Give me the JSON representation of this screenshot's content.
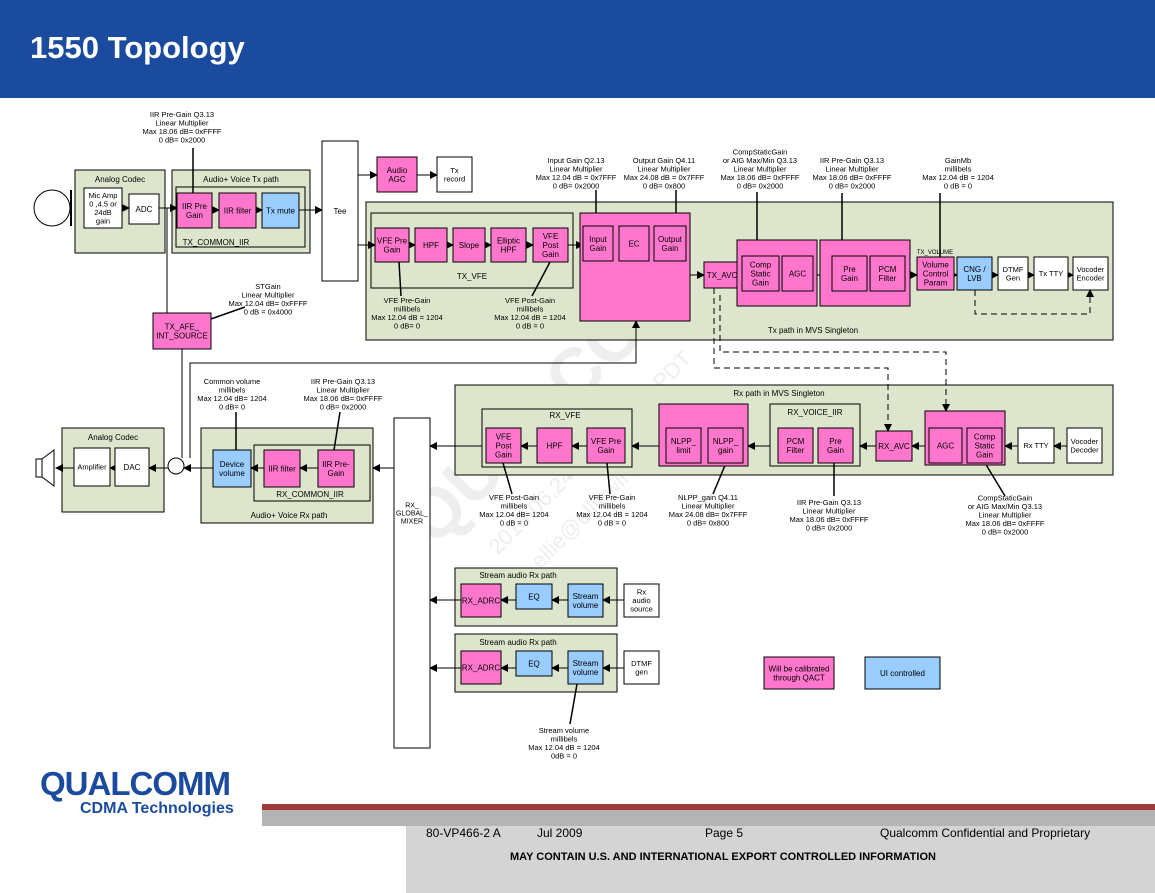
{
  "slide_title": "1550 Topology",
  "footer": {
    "doc": "80-VP466-2 A",
    "date": "Jul 2009",
    "page": "Page  5",
    "conf": "Qualcomm Confidential and Proprietary",
    "export": "MAY CONTAIN U.S. AND INTERNATIONAL EXPORT CONTROLLED INFORMATION"
  },
  "logo": {
    "name": "QUALCOMM",
    "sub": "CDMA Technologies"
  },
  "colors": {
    "header": "#1b4b9e",
    "pink": "#ff77cc",
    "blue": "#99ccff",
    "panel": "#dde6cc"
  },
  "tx": {
    "analog_codec": "Analog Codec",
    "mic_amp": [
      "Mic Amp",
      "0 ,4.5 or",
      "24dB",
      "gain"
    ],
    "adc": "ADC",
    "path_title": "Audio+ Voice Tx path",
    "iir_pre_gain": [
      "IIR Pre",
      "Gain"
    ],
    "iir_filter": "IIR filter",
    "tx_mute": "Tx mute",
    "common_iir": "TX_COMMON_IIR",
    "tee": "Tee",
    "audio_agc": [
      "Audio",
      "AGC"
    ],
    "tx_record": [
      "Tx",
      "record"
    ],
    "iir_note": [
      "IIR Pre-Gain Q3.13",
      "Linear Multiplier",
      "Max 18.06 dB= 0xFFFF",
      "0 dB= 0x2000"
    ],
    "afe_source": [
      "TX_AFE_",
      "INT_SOURCE"
    ],
    "stgain_note": [
      "STGain",
      "Linear Multiplier",
      "Max 12.04 dB= 0xFFFF",
      "0 dB = 0x4000"
    ],
    "vfe_title": "TX_VFE",
    "vfe_pre_gain": [
      "VFE Pre",
      "Gain"
    ],
    "hpf": "HPF",
    "slope": "Slope",
    "elliptic_hpf": [
      "Elliptic",
      "HPF"
    ],
    "vfe_post_gain": [
      "VFE",
      "Post",
      "Gain"
    ],
    "vfe_pre_note": [
      "VFE Pre-Gain",
      "millibels",
      "Max 12.04 dB = 1204",
      "0 dB= 0"
    ],
    "vfe_post_note": [
      "VFE Post-Gain",
      "millibels",
      "Max 12.04 dB = 1204",
      "0 dB = 0"
    ],
    "ec_title": "TX_EC",
    "input_gain": [
      "Input",
      "Gain"
    ],
    "ec": "EC",
    "output_gain": [
      "Output",
      "Gain"
    ],
    "input_gain_note": [
      "Input Gain Q2.13",
      "Linear Multiplier",
      "Max 12.04 dB = 0x7FFF",
      "0 dB= 0x2000"
    ],
    "output_gain_note": [
      "Output Gain Q4.11",
      "Linear Multiplier",
      "Max 24.08 dB = 0x7FFF",
      "0 dB= 0x800"
    ],
    "tx_avc": "TX_AVC",
    "agc_title": "TX_AGC",
    "comp_static_gain": [
      "Comp",
      "Static",
      "Gain"
    ],
    "agc": "AGC",
    "comp_note": [
      "CompStaticGain",
      "or AIG Max/Min Q3.13",
      "Linear Multiplier",
      "Max 18.06 dB= 0xFFFF",
      "0 dB= 0x2000"
    ],
    "voice_iir_title": "TX_VOICE_IIR",
    "pre_gain": [
      "Pre",
      "Gain"
    ],
    "pcm_filter": [
      "PCM",
      "Filter"
    ],
    "voice_iir_note": [
      "IIR Pre-Gain Q3.13",
      "Linear Multiplier",
      "Max 18.06 dB= 0xFFFF",
      "0 dB= 0x2000"
    ],
    "volume_label": "TX_VOLUME",
    "volume_param": [
      "Volume",
      "Control",
      "Param"
    ],
    "gainmb_note": [
      "GainMb",
      "millibels",
      "Max 12.04 dB = 1204",
      "0 dB = 0"
    ],
    "cng": [
      "CNG /",
      "LVB"
    ],
    "dtmf_gen": [
      "DTMF",
      "Gen"
    ],
    "tx_tty": "Tx TTY",
    "vocoder_encoder": [
      "Vocoder",
      "Encoder"
    ],
    "panel_label": "Tx path in MVS Singleton"
  },
  "rx": {
    "panel_label": "Rx path in MVS Singleton",
    "vfe_title": "RX_VFE",
    "vfe_post_gain": [
      "VFE",
      "Post",
      "Gain"
    ],
    "hpf": "HPF",
    "vfe_pre_gain": [
      "VFE Pre",
      "Gain"
    ],
    "ec_title": "RX_EC",
    "nlpp_limit": [
      "NLPP_",
      "limit"
    ],
    "nlpp_gain": [
      "NLPP_",
      "gain"
    ],
    "voice_iir_title": "RX_VOICE_IIR",
    "pcm_filter": [
      "PCM",
      "Filter"
    ],
    "pre_gain": [
      "Pre",
      "Gain"
    ],
    "rx_avc": "RX_AVC",
    "agc_title": "RX_AGC",
    "agc": "AGC",
    "comp_static_gain": [
      "Comp",
      "Static",
      "Gain"
    ],
    "rx_tty": "Rx TTY",
    "vocoder_decoder": [
      "Vocoder",
      "Decoder"
    ],
    "vfe_post_note": [
      "VFE Post-Gain",
      "millibels",
      "Max 12.04 dB= 1204",
      "0 dB = 0"
    ],
    "vfe_pre_note": [
      "VFE Pre-Gain",
      "millibels",
      "Max 12.04 dB = 1204",
      "0 dB = 0"
    ],
    "nlpp_note": [
      "NLPP_gain Q4.11",
      "Linear Multiplier",
      "Max 24.08 dB= 0x7FFF",
      "0 dB= 0x800"
    ],
    "iir_note": [
      "IIR Pre-Gain Q3.13",
      "Linear Multiplier",
      "Max 18.06 dB= 0xFFFF",
      "0 dB= 0x2000"
    ],
    "comp_note": [
      "CompStaticGain",
      "or AIG Max/Min Q3.13",
      "Linear Multiplier",
      "Max 18.06 dB= 0xFFFF",
      "0 dB= 0x2000"
    ],
    "analog_codec": "Analog Codec",
    "amplifier": "Amplifier",
    "dac": "DAC",
    "path_title": "Audio+ Voice Rx path",
    "device_volume": [
      "Device",
      "volume"
    ],
    "iir_filter": "IIR filter",
    "iir_pre_gain": [
      "IIR Pre-",
      "Gain"
    ],
    "common_iir": "RX_COMMON_IIR",
    "common_vol_note": [
      "Common volume",
      "millibels",
      "Max 12.04 dB= 1204",
      "0 dB= 0"
    ],
    "common_iir_note": [
      "IIR Pre-Gain Q3.13",
      "Linear Multiplier",
      "Max 18.06 dB= 0xFFFF",
      "0 dB= 0x2000"
    ],
    "mixer": [
      "RX_",
      "GLOBAL_",
      "MIXER"
    ],
    "stream1_title": "Stream audio Rx path",
    "stream2_title": "Stream audio Rx path",
    "rx_adrc": "RX_ADRC",
    "eq": "EQ",
    "stream_volume": [
      "Stream",
      "volume"
    ],
    "rx_audio_source": [
      "Rx",
      "audio",
      "source"
    ],
    "dtmf_gen": [
      "DTMF",
      "gen"
    ],
    "stream_vol_note": [
      "Stream volume",
      "millibels",
      "Max 12.04 dB = 1204",
      "0dB = 0"
    ]
  },
  "legend": {
    "calibrated": [
      "Will be calibrated",
      "through QACT"
    ],
    "ui": "UI controlled"
  },
  "watermark": [
    "QUALCOMM",
    "2013.06.24 at 00:08:33 PDT",
    "ellie@elliewireless.com"
  ]
}
